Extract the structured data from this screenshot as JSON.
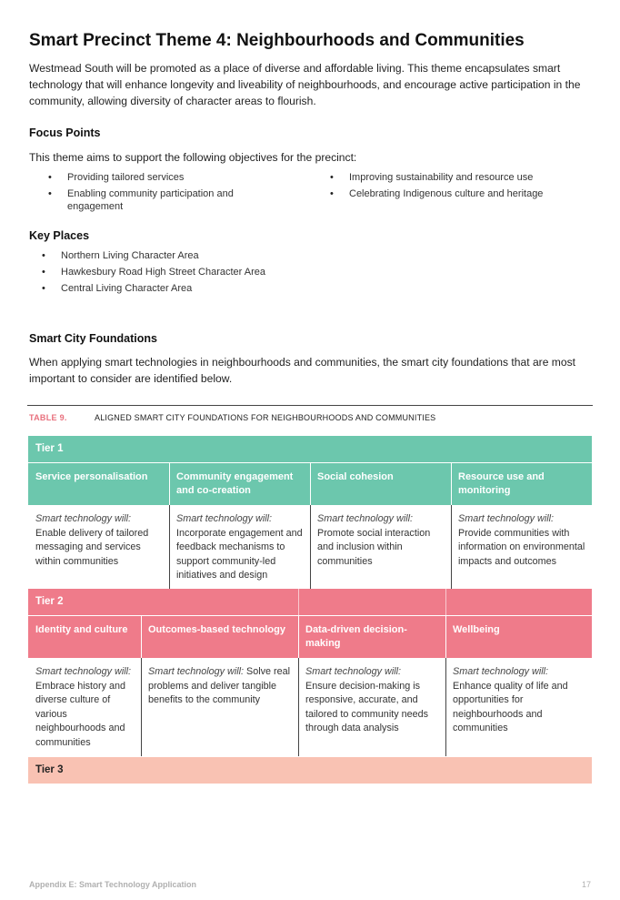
{
  "title": "Smart Precinct Theme 4: Neighbourhoods and Communities",
  "intro": "Westmead South will be promoted as a place of diverse and affordable living.  This theme encapsulates smart technology that will enhance longevity and liveability of neighbourhoods, and encourage active participation in the community, allowing diversity of character areas to flourish.",
  "focus": {
    "heading": "Focus Points",
    "lead": "This theme aims to support the following objectives for the precinct:",
    "left_items": [
      "Providing tailored services",
      "Enabling community participation and engagement"
    ],
    "right_items": [
      "Improving sustainability and resource use",
      "Celebrating Indigenous culture and heritage"
    ]
  },
  "key_places": {
    "heading": "Key Places",
    "items": [
      "Northern Living Character Area",
      "Hawkesbury Road High Street Character Area",
      "Central Living Character Area"
    ]
  },
  "foundations": {
    "heading": "Smart City Foundations",
    "text": "When applying smart technologies in neighbourhoods and communities, the smart city foundations that are most important to consider are identified below."
  },
  "table": {
    "number": "TABLE 9.",
    "caption": "ALIGNED SMART CITY FOUNDATIONS FOR NEIGHBOURHOODS AND COMMUNITIES",
    "tier1": {
      "label": "Tier 1",
      "headers": [
        "Service personalisation",
        "Community engagement and co-creation",
        "Social cohesion",
        "Resource use and monitoring"
      ],
      "leads": [
        "Smart technology will:",
        "Smart technology will:",
        "Smart technology will:",
        "Smart technology will:"
      ],
      "bodies": [
        "Enable delivery of tailored messaging and services within communities",
        "Incorporate engagement and feedback mechanisms to support community-led initiatives and design",
        "Promote social interaction and inclusion within communities",
        "Provide communities with information on environmental impacts and outcomes"
      ]
    },
    "tier2": {
      "label": "Tier 2",
      "headers": [
        "Identity and culture",
        "Outcomes-based technology",
        "Data-driven decision-making",
        "Wellbeing"
      ],
      "leads": [
        "Smart technology will:",
        "Smart technology will:",
        "Smart technology will:",
        "Smart technology will:"
      ],
      "bodies": [
        "Embrace history and diverse culture of various neighbourhoods and communities",
        "Solve real problems and deliver tangible benefits to the community",
        "Ensure decision-making is responsive, accurate, and tailored to community needs through data analysis",
        "Enhance quality of life and opportunities for neighbourhoods and communities"
      ]
    },
    "tier3": {
      "label": "Tier 3"
    }
  },
  "footer": {
    "left": "Appendix E: Smart Technology Application",
    "page": "17"
  },
  "colors": {
    "tier1": "#6cc7ad",
    "tier2": "#ef7b8a",
    "tier3": "#f9c2b3",
    "table_number": "#e8707d"
  }
}
